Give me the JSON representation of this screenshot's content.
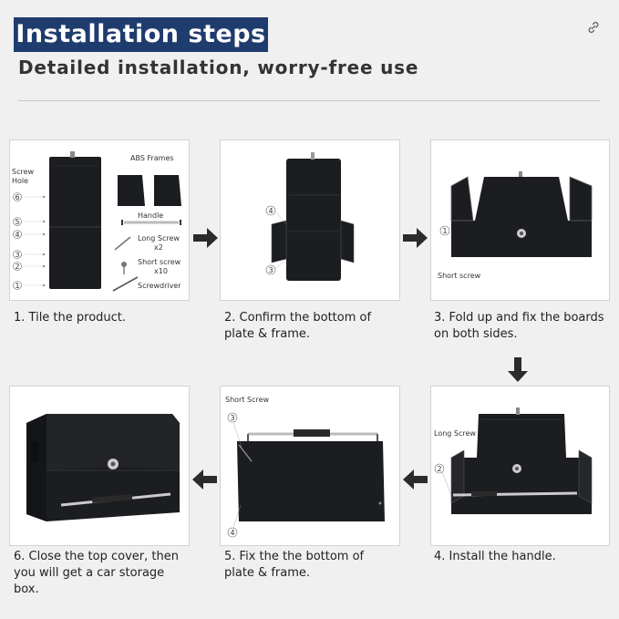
{
  "header": {
    "title": "Installation steps",
    "subtitle": "Detailed installation, worry-free use"
  },
  "colors": {
    "title_bg": "#1f3c6e",
    "board": "#1b1d20",
    "background": "#f0f0f0"
  },
  "steps": [
    {
      "caption": "1. Tile the product.",
      "labels": {
        "screw_hole": "Screw Hole",
        "abs_frames": "ABS Frames",
        "handle": "Handle",
        "long_screw": "Long Screw x2",
        "short_screw": "Short screw x10",
        "screwdriver": "Screwdriver"
      },
      "markers": [
        "6",
        "5",
        "4",
        "3",
        "2",
        "1"
      ]
    },
    {
      "caption": "2. Confirm the bottom of plate & frame.",
      "markers": [
        "4",
        "3"
      ]
    },
    {
      "caption": "3. Fold up and fix the boards on both sides.",
      "labels": {
        "short_screw": "Short screw"
      },
      "markers": [
        "1"
      ]
    },
    {
      "caption": "4. Install the handle.",
      "labels": {
        "long_screw": "Long Screw"
      },
      "markers": [
        "2"
      ]
    },
    {
      "caption": "5. Fix the the bottom of plate & frame.",
      "labels": {
        "short_screw": "Short Screw"
      },
      "markers": [
        "3",
        "4"
      ]
    },
    {
      "caption": "6. Close the top cover, then you will get a car storage box."
    }
  ],
  "icons": {
    "share": "link-icon",
    "flow_arrows": [
      "arrow-right",
      "arrow-right",
      "arrow-down",
      "arrow-left",
      "arrow-left"
    ]
  }
}
